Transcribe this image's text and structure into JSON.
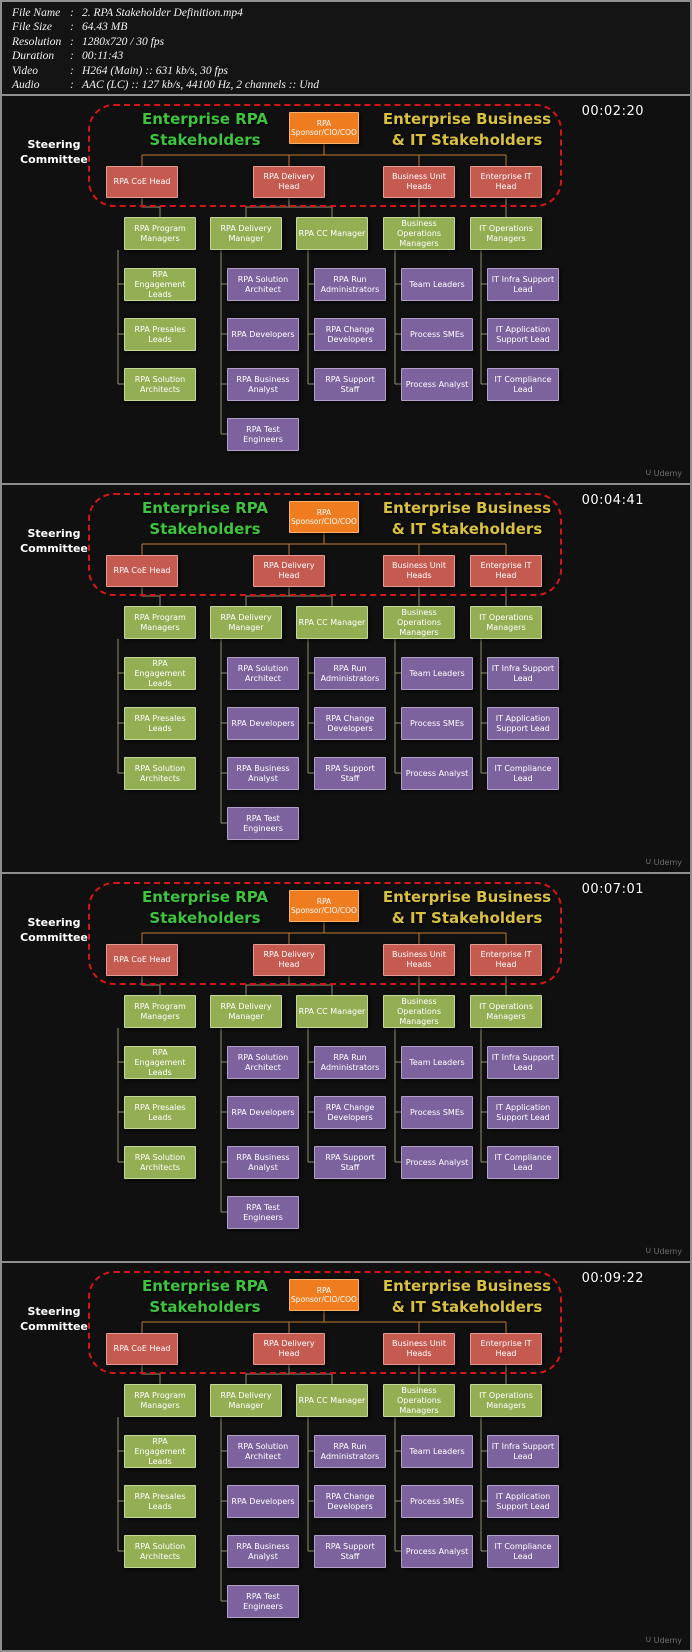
{
  "header": {
    "rows": [
      {
        "label": "File Name",
        "value": "2. RPA Stakeholder Definition.mp4"
      },
      {
        "label": "File Size",
        "value": "64.43 MB"
      },
      {
        "label": "Resolution",
        "value": "1280x720 / 30 fps"
      },
      {
        "label": "Duration",
        "value": "00:11:43"
      },
      {
        "label": "Video",
        "value": "H264 (Main) :: 631 kb/s, 30 fps"
      },
      {
        "label": "Audio",
        "value": "AAC (LC) :: 127 kb/s, 44100 Hz, 2 channels :: Und"
      }
    ]
  },
  "frames": [
    {
      "timestamp": "00:02:20"
    },
    {
      "timestamp": "00:04:41"
    },
    {
      "timestamp": "00:07:01"
    },
    {
      "timestamp": "00:09:22"
    }
  ],
  "slide": {
    "steering_label": "Steering\nCommittee",
    "left_title": "Enterprise RPA\nStakeholders",
    "right_title": "Enterprise Business\n& IT Stakeholders",
    "sponsor": "RPA\nSponsor/CIO/COO",
    "level1": [
      "RPA CoE Head",
      "RPA Delivery Head",
      "Business Unit\nHeads",
      "Enterprise IT Head"
    ],
    "level2": [
      "RPA Program\nManagers",
      "RPA Delivery\nManager",
      "RPA CC Manager",
      "Business\nOperations\nManagers",
      "IT Operations\nManagers"
    ],
    "columns": [
      {
        "color": "olive",
        "items": [
          "RPA Engagement\nLeads",
          "RPA Presales Leads",
          "RPA Solution\nArchitects"
        ]
      },
      {
        "color": "purple",
        "items": [
          "RPA Solution\nArchitect",
          "RPA Developers",
          "RPA Business\nAnalyst",
          "RPA Test Engineers"
        ]
      },
      {
        "color": "purple",
        "items": [
          "RPA Run\nAdministrators",
          "RPA Change\nDevelopers",
          "RPA Support Staff"
        ]
      },
      {
        "color": "purple",
        "items": [
          "Team Leaders",
          "Process SMEs",
          "Process Analyst"
        ]
      },
      {
        "color": "purple",
        "items": [
          "IT Infra Support\nLead",
          "IT Application\nSupport Lead",
          "IT Compliance\nLead"
        ]
      }
    ],
    "watermark": "Udemy"
  },
  "colors": {
    "title_green": "#3ec43e",
    "title_yellow": "#d9c041",
    "dashed_red": "#d51616",
    "connector": "#8f8f72",
    "connector_orange": "#bd7a33",
    "orange": {
      "bg": "#ef7d1f",
      "border": "#f9b168"
    },
    "red": {
      "bg": "#c55a50",
      "border": "#e39c94"
    },
    "olive": {
      "bg": "#94ae54",
      "border": "#c5d79b"
    },
    "purple": {
      "bg": "#7c639e",
      "border": "#b1a0c7"
    }
  }
}
